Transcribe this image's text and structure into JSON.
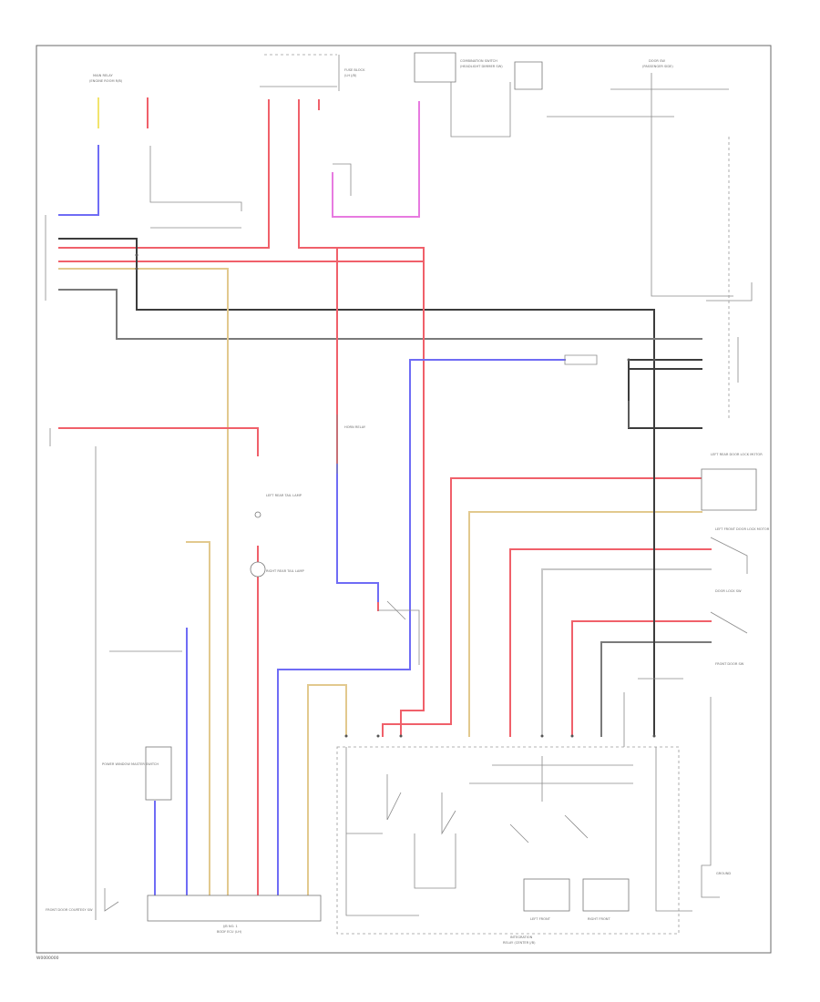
{
  "diagram": {
    "title": "",
    "footer_code": "W0000000",
    "wire_colors": {
      "red": "#f0606a",
      "blue": "#6f6cf5",
      "violet": "#e77ae0",
      "tan": "#e2c98e",
      "gray": "#7a7a7a",
      "dark": "#3c3c3c",
      "yellow": "#f2e46c",
      "lightgray": "#c8c8c8"
    },
    "labels": {
      "top_left_relay": "MAIN RELAY",
      "top_left_relay_sub": "(ENGINE ROOM R/B)",
      "fuse_block": "FUSE BLOCK",
      "fuse_block_sub": "(LH J/B)",
      "top_center_switch": "COMBINATION SWITCH",
      "top_center_switch_sub": "(HEADLIGHT DIMMER SW)",
      "top_right_sw": "DOOR SW",
      "top_right_sw_sub": "(PASSENGER SIDE)",
      "lower_left_unit": "POWER WINDOW MASTER SWITCH",
      "center_lamp": "LEFT REAR TAIL LAMP",
      "center_lamp2": "RIGHT REAR TAIL LAMP",
      "center_relay": "HORN RELAY",
      "right_module_a": "LEFT REAR DOOR LOCK MOTOR",
      "right_module_b": "LEFT FRONT DOOR LOCK MOTOR",
      "right_module_c": "DOOR LOCK SW",
      "right_module_d": "FRONT DOOR SW",
      "ecu_left": "J/B NO. 1",
      "ecu_left_sub": "BODY ECU (LH)",
      "ecu_right": "INTEGRATION",
      "ecu_right_sub": "RELAY (CENTER J/B)",
      "ecu_box_a": "LEFT FRONT",
      "ecu_box_b": "RIGHT FRONT",
      "ground": "GROUND",
      "bottom_left_sw": "FRONT DOOR COURTESY SW"
    }
  }
}
